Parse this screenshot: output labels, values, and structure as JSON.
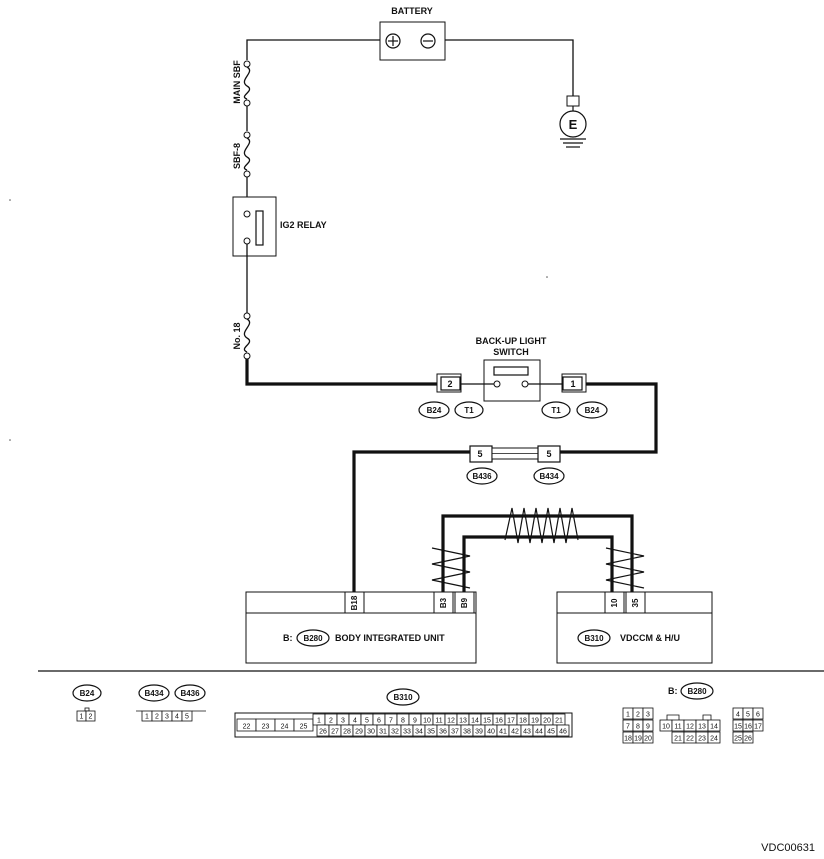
{
  "battery": {
    "label": "BATTERY",
    "plus_symbol": "+",
    "minus_symbol": "−"
  },
  "ground": {
    "label": "E"
  },
  "fuses": {
    "main": "MAIN SBF",
    "sbf8": "SBF-8",
    "no18": "No. 18"
  },
  "relay": {
    "label": "IG2 RELAY"
  },
  "switch": {
    "label_line1": "BACK-UP LIGHT",
    "label_line2": "SWITCH"
  },
  "connectors": {
    "left_pin": "2",
    "right_pin": "1",
    "b24": "B24",
    "t1": "T1",
    "b436": "B436",
    "b434": "B434",
    "mid_pin": "5"
  },
  "body_unit": {
    "prefix": "B:",
    "connector": "B280",
    "label": "BODY INTEGRATED UNIT",
    "pins": [
      "B18",
      "B3",
      "B9"
    ]
  },
  "vdccm": {
    "connector": "B310",
    "label": "VDCCM & H/U",
    "pins": [
      "10",
      "35"
    ]
  },
  "connector_views": {
    "b24": {
      "name": "B24",
      "pins": [
        "1",
        "2"
      ]
    },
    "b434_b436": {
      "names": [
        "B434",
        "B436"
      ],
      "pins": [
        "1",
        "2",
        "3",
        "4",
        "5"
      ]
    },
    "b310": {
      "name": "B310",
      "left_block": [
        [
          "22",
          "23",
          "24",
          "25"
        ]
      ],
      "row1": [
        "1",
        "2",
        "3",
        "4",
        "5",
        "6",
        "7",
        "8",
        "9",
        "10",
        "11",
        "12",
        "13",
        "14",
        "15",
        "16",
        "17",
        "18",
        "19",
        "20",
        "21"
      ],
      "row2": [
        "26",
        "27",
        "28",
        "29",
        "30",
        "31",
        "32",
        "33",
        "34",
        "35",
        "36",
        "37",
        "38",
        "39",
        "40",
        "41",
        "42",
        "43",
        "44",
        "45",
        "46"
      ]
    },
    "b280": {
      "prefix": "B:",
      "name": "B280",
      "left_rows": [
        [
          "1",
          "2",
          "3"
        ],
        [
          "7",
          "8",
          "9"
        ],
        [
          "18",
          "19",
          "20"
        ]
      ],
      "mid_rows": [
        [
          "10",
          "11",
          "12",
          "13",
          "14"
        ],
        [
          "21",
          "22",
          "23",
          "24"
        ]
      ],
      "right_rows": [
        [
          "4",
          "5",
          "6"
        ],
        [
          "15",
          "16",
          "17"
        ],
        [
          "25",
          "26"
        ]
      ]
    }
  },
  "code": "VDC00631"
}
